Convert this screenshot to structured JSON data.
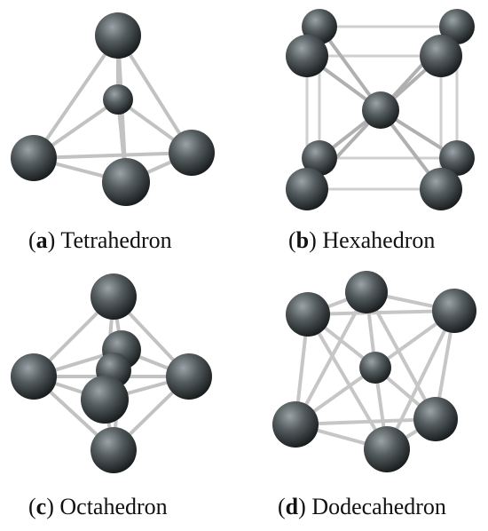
{
  "colors": {
    "atom_light": "#8a9396",
    "atom_mid": "#4e5659",
    "atom_dark": "#1c2022",
    "bond": "#b8b8b8",
    "bond_dark": "#555555",
    "edge": "#c9c9c9"
  },
  "panels": [
    {
      "letter": "a",
      "name": "Tetrahedron"
    },
    {
      "letter": "b",
      "name": "Hexahedron"
    },
    {
      "letter": "c",
      "name": "Octahedron"
    },
    {
      "letter": "d",
      "name": "Dodecahedron"
    }
  ]
}
